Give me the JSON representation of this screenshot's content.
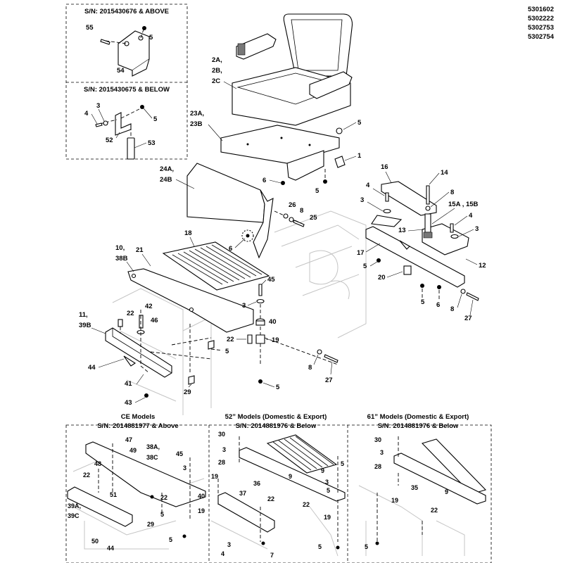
{
  "model_numbers": [
    "5301602",
    "5302222",
    "5302753",
    "5302754"
  ],
  "inset_top": {
    "header": "S/N: 2015430676 & ABOVE",
    "labels": {
      "l55": "55",
      "l5": "5",
      "l54": "54"
    }
  },
  "inset_bottom": {
    "header": "S/N: 2015430675 & BELOW",
    "labels": {
      "l3": "3",
      "l4": "4",
      "l5": "5",
      "l52": "52",
      "l53": "53"
    }
  },
  "main_labels": {
    "seat_a": "2A,",
    "seat_b": "2B,",
    "seat_c": "2C",
    "p23a": "23A,",
    "p23b": "23B",
    "p5a": "5",
    "p1": "1",
    "p6a": "6",
    "p5b": "5",
    "p24a": "24A,",
    "p24b": "24B",
    "p26": "26",
    "p8a": "8",
    "p25": "25",
    "p6b": "6",
    "p18": "18",
    "p10": "10,",
    "p38b": "38B",
    "p21": "21",
    "p45": "45",
    "p3a": "3",
    "p11": "11,",
    "p39b": "39B",
    "p22a": "22",
    "p42": "42",
    "p46": "46",
    "p40": "40",
    "p22b": "22",
    "p19": "19",
    "p5c": "5",
    "p44": "44",
    "p41": "41",
    "p29": "29",
    "p43": "43",
    "p8b": "8",
    "p27a": "27",
    "p5d": "5"
  },
  "right_labels": {
    "p16": "16",
    "p14": "14",
    "p4a": "4",
    "p8c": "8",
    "p3b": "3",
    "p15": "15A , 15B",
    "p4b": "4",
    "p13": "13",
    "p3c": "3",
    "p17": "17",
    "p5e": "5",
    "p12": "12",
    "p20": "20",
    "p5f": "5",
    "p6c": "6",
    "p8d": "8",
    "p27b": "27"
  },
  "bottom_panels": [
    {
      "title": "CE Models",
      "subtitle": "S/N: 2014881977 & Above",
      "labels": [
        "47",
        "49",
        "38A,",
        "38C",
        "45",
        "3",
        "48",
        "22",
        "51",
        "22",
        "5",
        "40",
        "19",
        "39A,",
        "39C",
        "29",
        "50",
        "44",
        "5"
      ]
    },
    {
      "title": "52” Models (Domestic & Export)",
      "subtitle": "S/N: 2014881976 & Below",
      "labels": [
        "30",
        "3",
        "28",
        "9",
        "5",
        "36",
        "9",
        "3",
        "19",
        "37",
        "22",
        "22",
        "5",
        "19",
        "3",
        "4",
        "7",
        "5"
      ]
    },
    {
      "title": "61” Models (Domestic & Export)",
      "subtitle": "S/N: 2014881976 & Below",
      "labels": [
        "30",
        "3",
        "28",
        "35",
        "9",
        "19",
        "22",
        "5"
      ]
    }
  ]
}
